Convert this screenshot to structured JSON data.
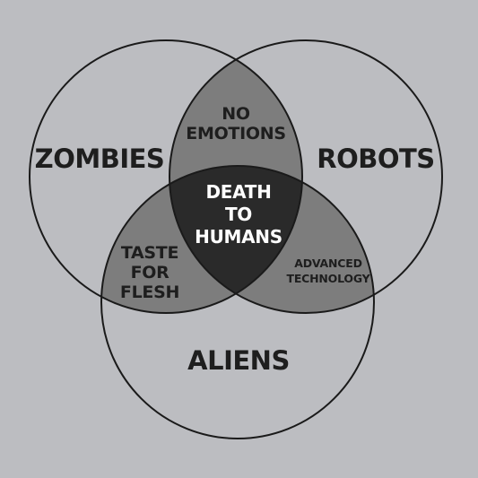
{
  "colors": {
    "background": "#bcbdc1",
    "pair_overlap": "#7d7d7d",
    "triple_overlap": "#2a2a2a",
    "outline": "#1a1a1a"
  },
  "sets": {
    "zombies": "ZOMBIES",
    "robots": "ROBOTS",
    "aliens": "ALIENS"
  },
  "overlaps": {
    "zombies_robots": [
      "NO",
      "EMOTIONS"
    ],
    "zombies_aliens": [
      "TASTE",
      "FOR",
      "FLESH"
    ],
    "robots_aliens": [
      "ADVANCED",
      "TECHNOLOGY"
    ],
    "all_three": [
      "DEATH",
      "TO",
      "HUMANS"
    ]
  }
}
